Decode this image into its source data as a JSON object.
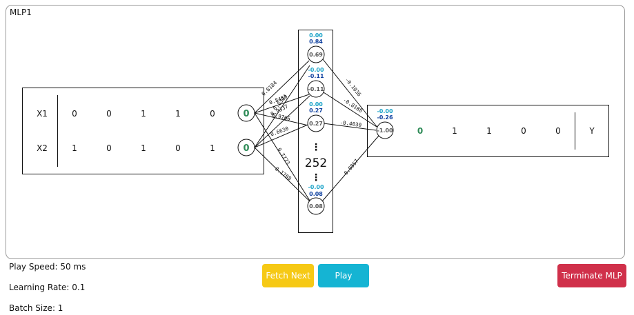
{
  "panel": {
    "title": "MLP1"
  },
  "input_table": {
    "rows": [
      {
        "label": "X1",
        "values": [
          "0",
          "0",
          "1",
          "1",
          "0"
        ],
        "current": "0"
      },
      {
        "label": "X2",
        "values": [
          "1",
          "0",
          "1",
          "0",
          "1"
        ],
        "current": "0"
      }
    ]
  },
  "hidden_layer": {
    "neurons": [
      {
        "grad": "0.00",
        "bias": "0.84",
        "activation": "0.69"
      },
      {
        "grad": "-0.00",
        "bias": "-0.11",
        "activation": "-0.11"
      },
      {
        "grad": "0.00",
        "bias": "0.27",
        "activation": "0.27"
      },
      {
        "grad": "-0.00",
        "bias": "0.08",
        "activation": "0.08"
      }
    ],
    "ellipsis": "⋮",
    "count": "252"
  },
  "input_weights": [
    "0.8184",
    "0.8459",
    "0.8384",
    "0.9337",
    "0.9766",
    "0.6630",
    "0.7773",
    "0.1708"
  ],
  "output_weights": [
    "-0.1036",
    "-0.8188",
    "-0.4030",
    "0.8857"
  ],
  "output_neuron": {
    "grad": "-0.00",
    "bias": "-0.26",
    "activation": "-1.00"
  },
  "output_table": {
    "current": "0",
    "values": [
      "1",
      "1",
      "0",
      "0"
    ],
    "label": "Y"
  },
  "settings": {
    "play_speed": "Play Speed: 50 ms",
    "learning_rate": "Learning Rate: 0.1",
    "batch_size": "Batch Size: 1"
  },
  "buttons": {
    "fetch_next": "Fetch Next",
    "play": "Play",
    "terminate": "Terminate MLP"
  },
  "colors": {
    "green": "#2e8b57",
    "grad": "#1aa3c8",
    "bias": "#0d3f9e",
    "activation": "#555555",
    "fetch": "#f6c915",
    "play": "#15b4d3",
    "terminate": "#d0304a"
  }
}
